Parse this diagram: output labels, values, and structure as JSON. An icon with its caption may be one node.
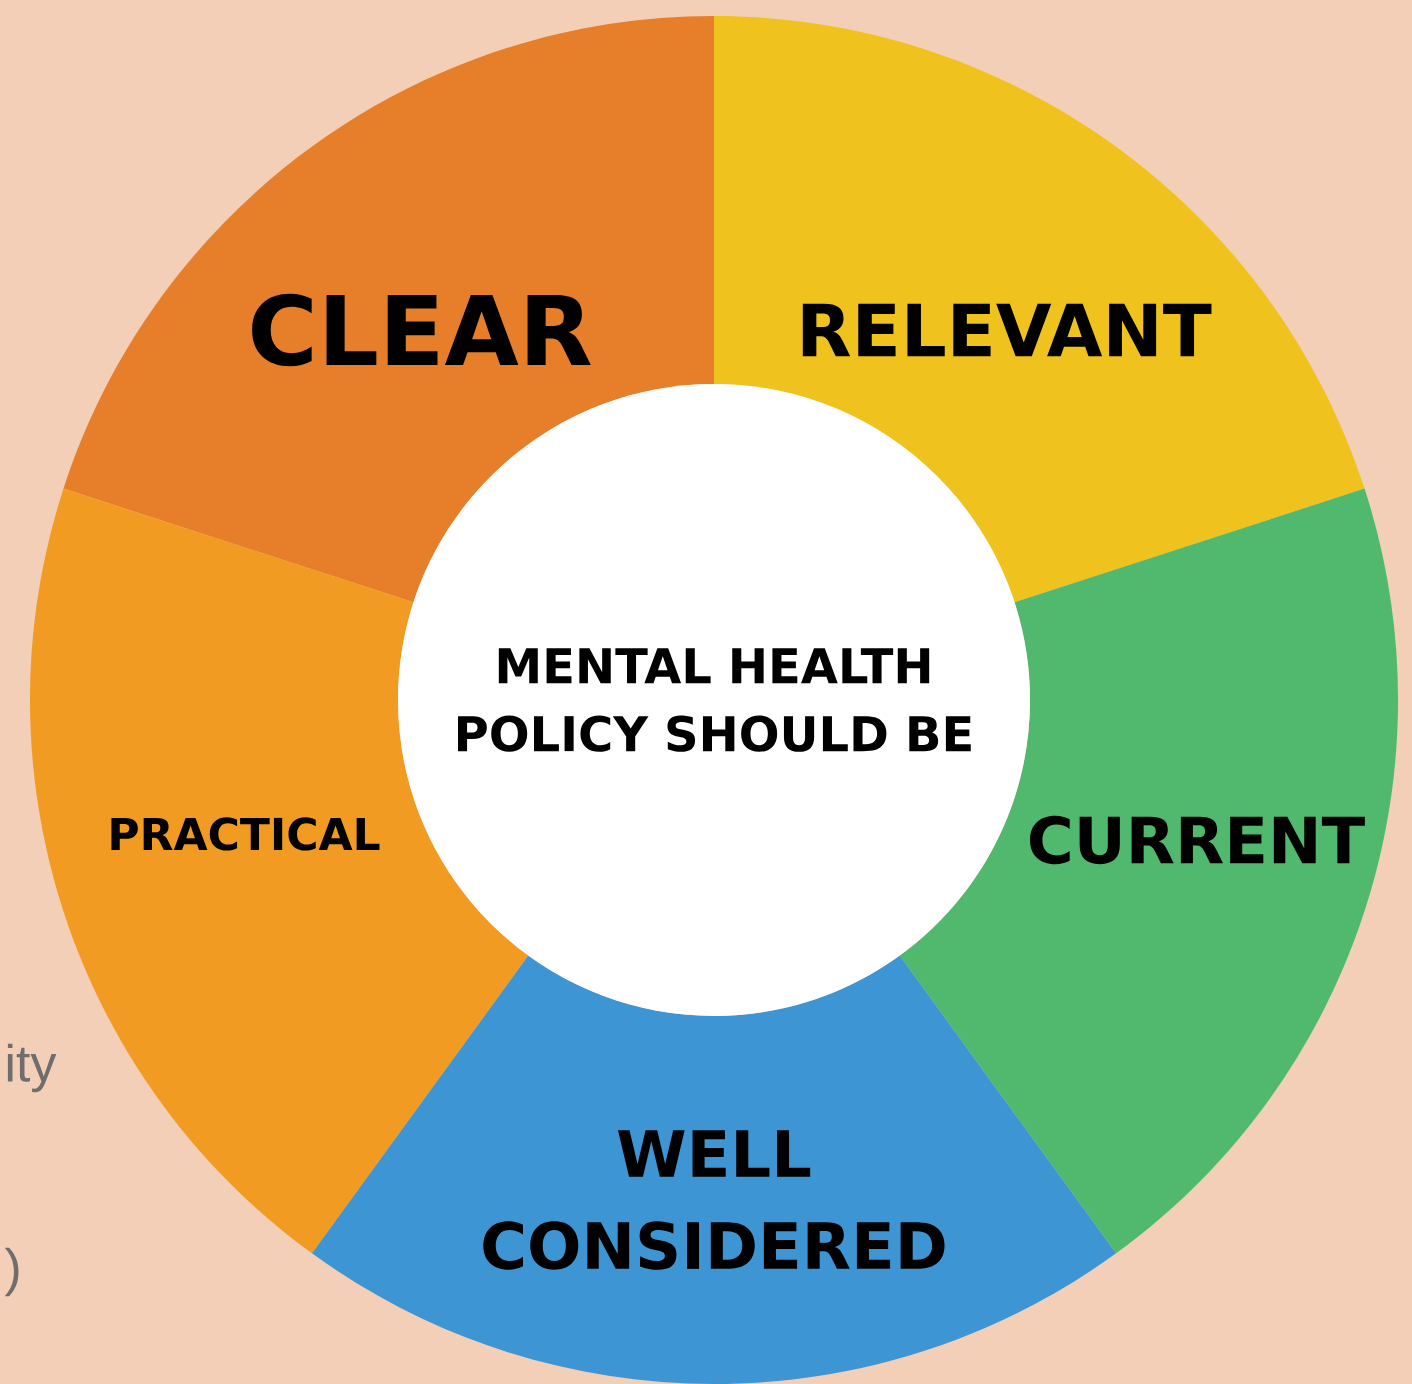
{
  "diagram": {
    "nodes": [
      {
        "text": [
          "CLEAR"
        ]
      },
      {
        "text": [
          "RELEVANT"
        ]
      },
      {
        "text": [
          "MENTAL HEALTH POLICY SHOULD BE"
        ]
      },
      {
        "text": [
          "PRACTICAL"
        ]
      },
      {
        "text": [
          "CURRENT"
        ]
      },
      {
        "text": [
          "WELL CONSIDERED"
        ]
      }
    ],
    "labels": [
      "ity",
      ")"
    ]
  }
}
